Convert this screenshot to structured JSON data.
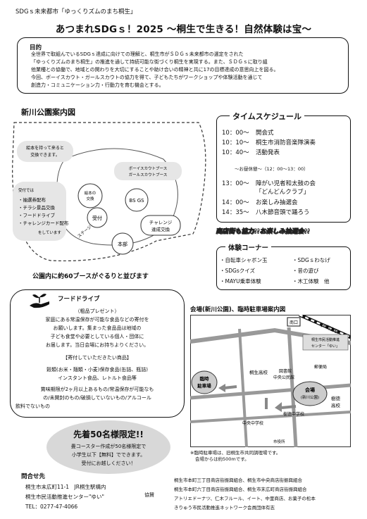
{
  "header": {
    "series": "SDGｓ未来都市「ゆっくりズムのまち桐生」",
    "title": "あつまれSDGｓ！2025 〜桐生で生きる！自然体験は宝〜"
  },
  "purpose": {
    "heading": "目的",
    "lines": [
      "全世界で取組んでいるSDGｓ達成に向けての理解と、桐生市がＳＤＧｓ未来都市の選定をされた",
      "「ゆっくりズムのまち桐生」の推進を通して持続可能な街づくり桐生を実現する。また、ＳＤＧｓに取り組",
      "他業種との協働で、地域との関わりを大切にすることや助け合いの精神と共に17の目標達成の意思向上を図る。",
      "今回、ボーイスカウト・ガールスカウトの協力を得て、子どもたちがワークショップや体験活動を通じて",
      "創造力・コミュニケーション力・行動力を育む機会とする。"
    ]
  },
  "park_map": {
    "title": "新川公園案内図",
    "bring_food": [
      "絵本を持って来ると",
      "交換できます。"
    ],
    "reception_title": "受付では",
    "reception_items": [
      "・抽選券配布",
      "・チラシ景品交換",
      "・フードドライブ",
      "・チャレンジカード配布"
    ],
    "reception_tail": "をしています",
    "picture_book": [
      "絵本の",
      "交換"
    ],
    "reception": "受付",
    "stage": "ステージ",
    "hq": "本部",
    "scout_booth": [
      "ボーイスカウトブース",
      "ガールスカウトブース"
    ],
    "bsgs": "BS GS",
    "challenge": [
      "チャレンジ",
      "達成交換"
    ],
    "caption": "公園内に約60ブースがぐるりと並びます"
  },
  "schedule": {
    "heading": "タイムスケジュール",
    "rows": [
      {
        "time": "10：00〜",
        "event": "開会式"
      },
      {
        "time": "10：10〜",
        "event": "桐生市消防音楽隊演奏"
      },
      {
        "time": "10：40〜",
        "event": "活動発表"
      }
    ],
    "break": "〜お昼休憩〜（12：00〜13：00）",
    "rows2": [
      {
        "time": "13：00〜",
        "event": "障がい児者和太鼓の会"
      },
      {
        "time": "",
        "event": "「どんどんクラブ」"
      },
      {
        "time": "14：00〜",
        "event": "お楽しみ抽選会"
      },
      {
        "time": "14：35〜",
        "event": "八木節音頭で踊ろう"
      }
    ]
  },
  "lottery_banner": "商店街も協力!!お楽しみ抽選会!!",
  "experience": {
    "heading": "体験コーナー",
    "col1": [
      "・自転車シャボン玉",
      "・SDGsクイズ",
      "・MAYU乗車体験"
    ],
    "col2": [
      "・SDGｓわなげ",
      "・昔の遊び",
      "・木工体験　他"
    ]
  },
  "food_drive": {
    "title": "フードドライブ",
    "subtitle": "（粗品プレゼント）",
    "intro": [
      "家庭にある常温保存が可能な食品などの寄付を",
      "お願いします。集まった食品品は地域の",
      "子ども食堂や必要としている個人・団体に",
      "お届します。当日会場にお持ちよりください。"
    ],
    "wanted_heading": "【寄付していただきたい商品】",
    "wanted": [
      "穀類(お米・麺類・小麦)保存食品(缶詰、瓶詰)",
      "インスタント食品、レトルト食品等"
    ],
    "conditions": [
      "賞味期限が2ヶ月以上あるもの/常温保存が可能なも",
      "の/未開封のもの/破損していないもの/アルコール",
      "飲料でないもの"
    ]
  },
  "limit": {
    "title": "先着50名様限定!!",
    "lines": [
      "畳コースター作成が50名様限定で",
      "小学生以下【無料】でできます。",
      "受付にお越しください！"
    ]
  },
  "venue": {
    "title": "会場(新川公園)、臨時駐車場案内図",
    "labels": {
      "minami": "南口",
      "jr": "JR桐生駅",
      "center": [
        "桐生市民活動推進",
        "センター「ゆい」"
      ],
      "post": "郵便局",
      "library": [
        "図書館",
        "中央公民館"
      ],
      "kiryu_hs": "桐生高校",
      "parking": [
        "臨時",
        "駐車場"
      ],
      "venue": [
        "会場",
        "(新川公園)"
      ],
      "jhs": "樹徳中学校",
      "jushin_hs": [
        "樹徳",
        "高校"
      ],
      "chuo_jhs": "中央中学校",
      "city_hall": "市役所"
    },
    "note1": "※臨時駐車場は、旧桐生市共同調理場です。",
    "note2": "会場からは約500mです。"
  },
  "contact": {
    "heading": "問合せ先",
    "lines": [
      "桐生市末広町11-1　JR桐生駅構内",
      "桐生市民活動推進センター\"ゆい\"",
      "TEL：0277-47-4066"
    ]
  },
  "cooperation": {
    "label": "協賛",
    "lines": [
      "桐生市本町三丁目商店街振興組合、桐生市中央商店街振興組合",
      "桐生市本町六丁目商店街振興組合、桐生市末広町商店街振興組合",
      "アトリエドーナツ、仁木フルール、イート、中里商店、お菓子の松本",
      "きりゅう市民活動推進ネットワーク会員団体有志"
    ]
  }
}
